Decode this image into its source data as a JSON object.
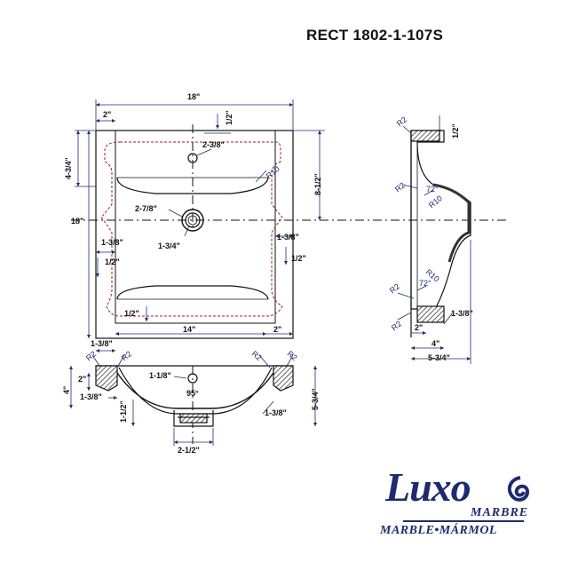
{
  "title": "RECT 1802-1-107S",
  "brand": {
    "name": "Luxo",
    "sub": "MARBRE",
    "tagline": "MARBLE•MÁRMOL"
  },
  "colors": {
    "line": "#111111",
    "blue": "#1e2b6e",
    "hidden": "#8b2a2a"
  },
  "top_view": {
    "overall_width": "18\"",
    "overall_depth": "18\"",
    "left_inset": "2\"",
    "tap_from_top": "4-3/4\"",
    "tap_hole_offset": "1/2\"",
    "tap_spacing": "2-3/8\"",
    "deck_depth": "8-1/2\"",
    "radius": "R10",
    "drain_dia": "2-7/8\"",
    "drain_inner": "1-3/4\"",
    "left_edge": "1-3/8\"",
    "left_lip": "1/2\"",
    "right_edge": "1-3/8\"",
    "right_lip": "1/2\"",
    "bottom_lip": "1/2\"",
    "bowl_width": "14\"",
    "right_inset": "2\"",
    "bottom_left": "1-3/8\""
  },
  "side_view": {
    "r_top": "R2",
    "lip": "1/2\"",
    "r_mid": "R2",
    "angle_top": "72°",
    "r10_top": "R10",
    "r10_bottom": "R10",
    "angle_bottom": "72°",
    "r_bottom": "R2",
    "r_base": "R2",
    "base_2": "2\"",
    "base_1_3_8": "1-3/8\"",
    "depth_4": "4\"",
    "depth_5_3_4": "5-3/4\""
  },
  "front_view": {
    "r_left_outer": "R2",
    "r_left_inner": "R2",
    "r_right_inner": "R2",
    "r_right_outer": "R2",
    "height_2": "2\"",
    "height_4": "4\"",
    "left_thick": "1-3/8\"",
    "tap_dia": "1-1/8\"",
    "angle": "95°",
    "drain_drop": "1-1/2\"",
    "right_thick": "1-3/8\"",
    "total_height": "5-3/4\"",
    "drain_width": "2-1/2\""
  }
}
